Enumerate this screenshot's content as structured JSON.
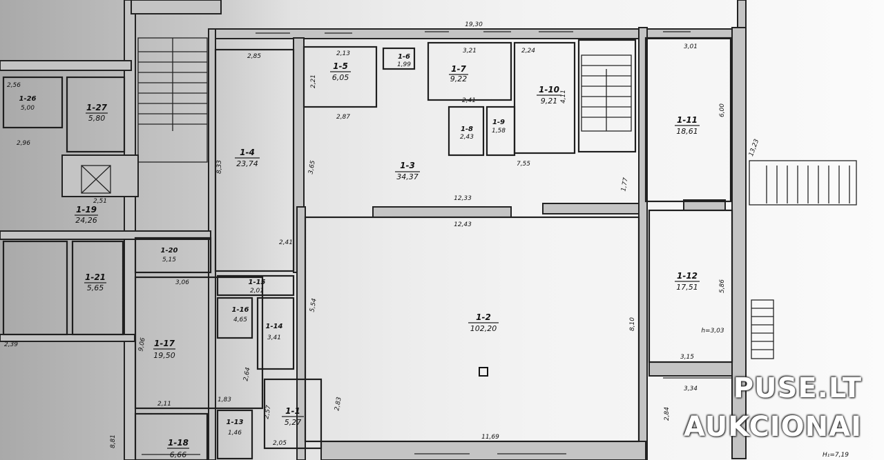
{
  "rooms": [
    {
      "id": "1-1",
      "area": "5,27"
    },
    {
      "id": "1-2",
      "area": "102,20"
    },
    {
      "id": "1-3",
      "area": "34,37"
    },
    {
      "id": "1-4",
      "area": "23,74"
    },
    {
      "id": "1-5",
      "area": "6,05"
    },
    {
      "id": "1-6",
      "area": "1,99"
    },
    {
      "id": "1-7",
      "area": "9,22"
    },
    {
      "id": "1-8",
      "area": "2,43"
    },
    {
      "id": "1-9",
      "area": "1,58"
    },
    {
      "id": "1-10",
      "area": "9,21"
    },
    {
      "id": "1-11",
      "area": "18,61"
    },
    {
      "id": "1-12",
      "area": "17,51"
    },
    {
      "id": "1-13",
      "area": "1,46"
    },
    {
      "id": "1-14",
      "area": "3,41"
    },
    {
      "id": "1-15",
      "area": "2,01"
    },
    {
      "id": "1-16",
      "area": "4,65"
    },
    {
      "id": "1-17",
      "area": "19,50"
    },
    {
      "id": "1-18",
      "area": "6,66"
    },
    {
      "id": "1-19",
      "area": "24,26"
    },
    {
      "id": "1-20",
      "area": "5,15"
    },
    {
      "id": "1-21",
      "area": "5,65"
    },
    {
      "id": "1-26",
      "area": "5,00"
    },
    {
      "id": "1-27",
      "area": "5,80"
    }
  ],
  "dimensions": [
    "19,30",
    "3,21",
    "2,24",
    "3,01",
    "2,85",
    "2,13",
    "2,87",
    "2,41",
    "7,55",
    "6,00",
    "13,23",
    "12,33",
    "12,43",
    "8,33",
    "3,65",
    "8,10",
    "5,86",
    "3,15",
    "3,34",
    "11,69",
    "2,05",
    "2,57",
    "2,83",
    "5,54",
    "2,64",
    "3,06",
    "2,11",
    "1,83",
    "2,96",
    "2,84",
    "4,11",
    "2,21",
    "2,56",
    "2,51",
    "8,81",
    "9,06",
    "2,39",
    "2,41",
    "1,77",
    "h=3,03",
    "H₁=7,19"
  ],
  "watermark": {
    "line1": "PUSE.LT",
    "line2": "AUKCIONAI"
  }
}
